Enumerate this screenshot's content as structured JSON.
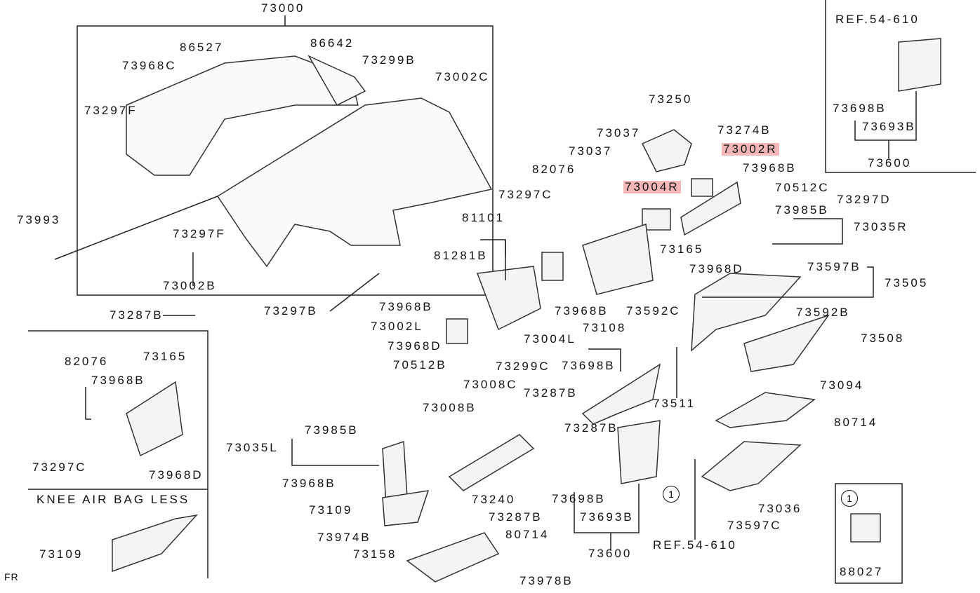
{
  "labels": [
    "73000",
    "86527",
    "86642",
    "73299B",
    "73968C",
    "73002C",
    "73297F",
    "73993",
    "73297F",
    "73002B",
    "73287B",
    "73297B",
    "73250",
    "73037",
    "73274B",
    "73037",
    "73002R",
    "82076",
    "73968B",
    "73297C",
    "73004R",
    "70512C",
    "73297D",
    "81101",
    "73985B",
    "73035R",
    "73165",
    "81281B",
    "73968D",
    "73597B",
    "73505",
    "73968B",
    "73968B",
    "73592C",
    "73592B",
    "73002L",
    "73108",
    "73004L",
    "73508",
    "73968D",
    "73698B",
    "70512B",
    "73299C",
    "73094",
    "73008C",
    "73287B",
    "73511",
    "73008B",
    "80714",
    "73985B",
    "73287B",
    "73035L",
    "73968B",
    "73240",
    "73698B",
    "73036",
    "73109",
    "73287B",
    "73693B",
    "73597C",
    "73974B",
    "80714",
    "REF.54-610",
    "73158",
    "73600",
    "73978B"
  ],
  "inset_top_right": [
    "REF.54-610",
    "73698B",
    "73693B",
    "73600"
  ],
  "inset_left": [
    "82076",
    "73165",
    "73968B",
    "73297C",
    "73968D"
  ],
  "knee_airbag": {
    "title": "KNEE AIR BAG LESS",
    "part": "73109"
  },
  "callout": {
    "number": "1",
    "part": "88027"
  },
  "direction": "FR",
  "highlight_color": "#f4b6b6"
}
